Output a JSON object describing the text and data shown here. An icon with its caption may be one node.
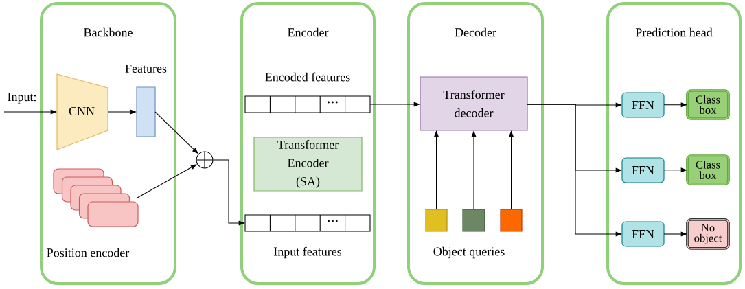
{
  "diagram": {
    "nodes": [
      {
        "text": [
          "Backbone"
        ]
      },
      {
        "text": [
          "Encoder"
        ]
      },
      {
        "text": [
          "Decoder"
        ]
      },
      {
        "text": [
          "Prediction head"
        ]
      },
      {
        "text": [
          "Input:"
        ]
      },
      {
        "text": [
          "CNN"
        ],
        "in": 0
      },
      {
        "text": [
          "Features"
        ],
        "in": 0
      },
      {
        "text": [
          "Position encoder"
        ],
        "in": 0
      },
      {
        "text": [],
        "shape": "circle"
      },
      {
        "text": [
          "Encoded features",
          "…"
        ],
        "in": 1
      },
      {
        "text": [
          "Transformer Encoder (SA)"
        ],
        "in": 1
      },
      {
        "text": [
          "…",
          "Input features"
        ],
        "in": 1
      },
      {
        "text": [
          "Transformer decoder"
        ],
        "in": 2
      },
      {
        "text": [],
        "shape": "box",
        "in": 2
      },
      {
        "text": [],
        "shape": "box",
        "in": 2
      },
      {
        "text": [],
        "shape": "box",
        "in": 2
      },
      {
        "text": [
          "FFN"
        ],
        "in": 3
      },
      {
        "text": [
          "FFN"
        ],
        "in": 3
      },
      {
        "text": [
          "FFN"
        ],
        "in": 3
      },
      {
        "text": [
          "Class box"
        ],
        "in": 3
      },
      {
        "text": [
          "Class box"
        ],
        "in": 3
      },
      {
        "text": [
          "No object"
        ],
        "in": 3
      }
    ],
    "edges": [
      {
        "from": 4,
        "to": 5,
        "arrow": "to"
      },
      {
        "from": 5,
        "to": 6,
        "arrow": "to"
      },
      {
        "from": 6,
        "to": 8,
        "arrow": "to"
      },
      {
        "from": 7,
        "to": 8,
        "arrow": "to"
      },
      {
        "from": 8,
        "to": 11,
        "arrow": "to"
      },
      {
        "from": 9,
        "to": 12,
        "arrow": "to"
      },
      {
        "from": 13,
        "to": 12,
        "arrow": "to"
      },
      {
        "from": 14,
        "to": 12,
        "arrow": "to"
      },
      {
        "from": 15,
        "to": 12,
        "arrow": "to"
      },
      {
        "from": 12,
        "to": 16,
        "arrow": "to"
      },
      {
        "from": 12,
        "to": 17,
        "arrow": "to"
      },
      {
        "from": 12,
        "to": 18,
        "arrow": "to"
      },
      {
        "from": 16,
        "to": 19,
        "arrow": "to"
      },
      {
        "from": 17,
        "to": 20,
        "arrow": "to"
      },
      {
        "from": 18,
        "to": 21,
        "arrow": "to"
      }
    ],
    "labels": [
      "Object queries"
    ]
  }
}
